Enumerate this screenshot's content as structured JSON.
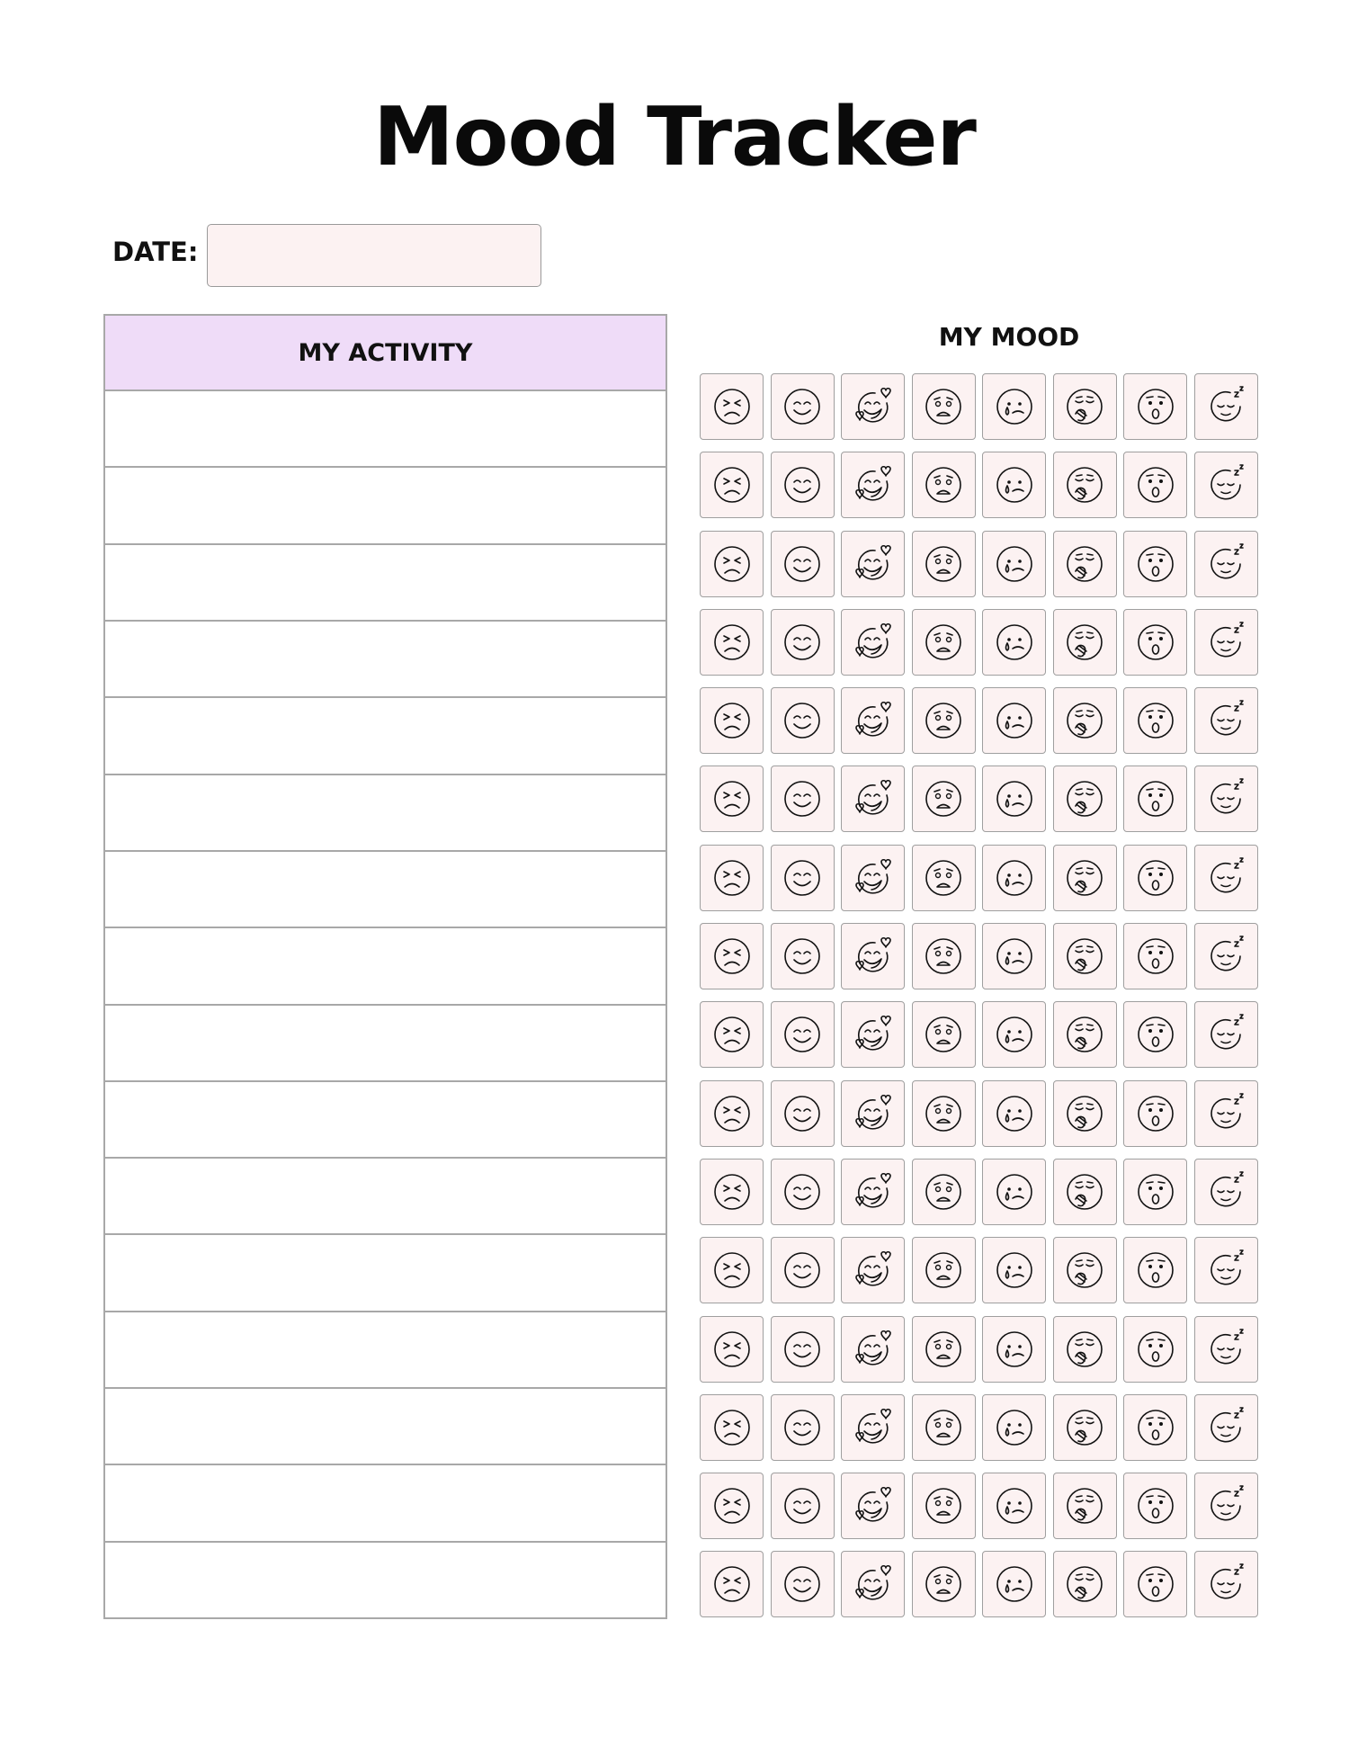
{
  "page": {
    "title": "Mood Tracker"
  },
  "date": {
    "label": "DATE:",
    "value": ""
  },
  "activity": {
    "header": "MY ACTIVITY",
    "rows": 16
  },
  "mood": {
    "header": "MY MOOD",
    "rows": 16,
    "options": [
      {
        "name": "angry-face-icon"
      },
      {
        "name": "smiling-face-icon"
      },
      {
        "name": "face-with-hearts-icon"
      },
      {
        "name": "anxious-face-icon"
      },
      {
        "name": "crying-face-icon"
      },
      {
        "name": "yawning-face-icon"
      },
      {
        "name": "surprised-face-icon"
      },
      {
        "name": "sleeping-face-icon"
      }
    ]
  }
}
